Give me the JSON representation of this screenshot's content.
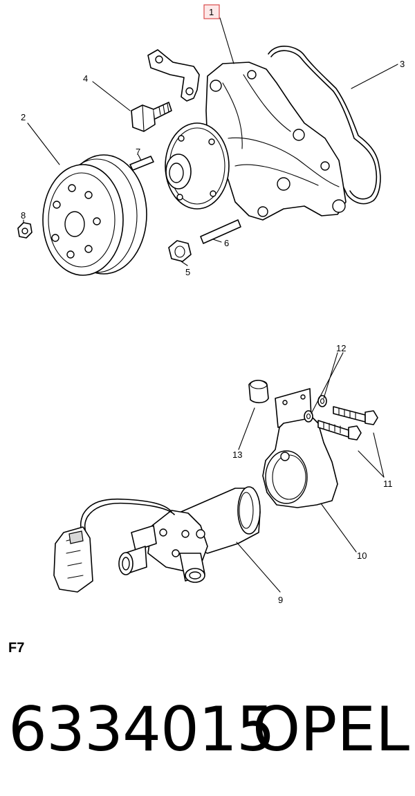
{
  "callouts": {
    "c1": "1",
    "c2": "2",
    "c3": "3",
    "c4": "4",
    "c5": "5",
    "c6": "6",
    "c7": "7",
    "c8": "8",
    "c9": "9",
    "c10": "10",
    "c11": "11",
    "c12": "12",
    "c13": "13"
  },
  "diagram_label": "F7",
  "footer": {
    "part_number": "6334015",
    "brand": "OPEL"
  },
  "colors": {
    "highlight_box": "#d94a4a",
    "highlight_fill": "#fde8e8"
  }
}
